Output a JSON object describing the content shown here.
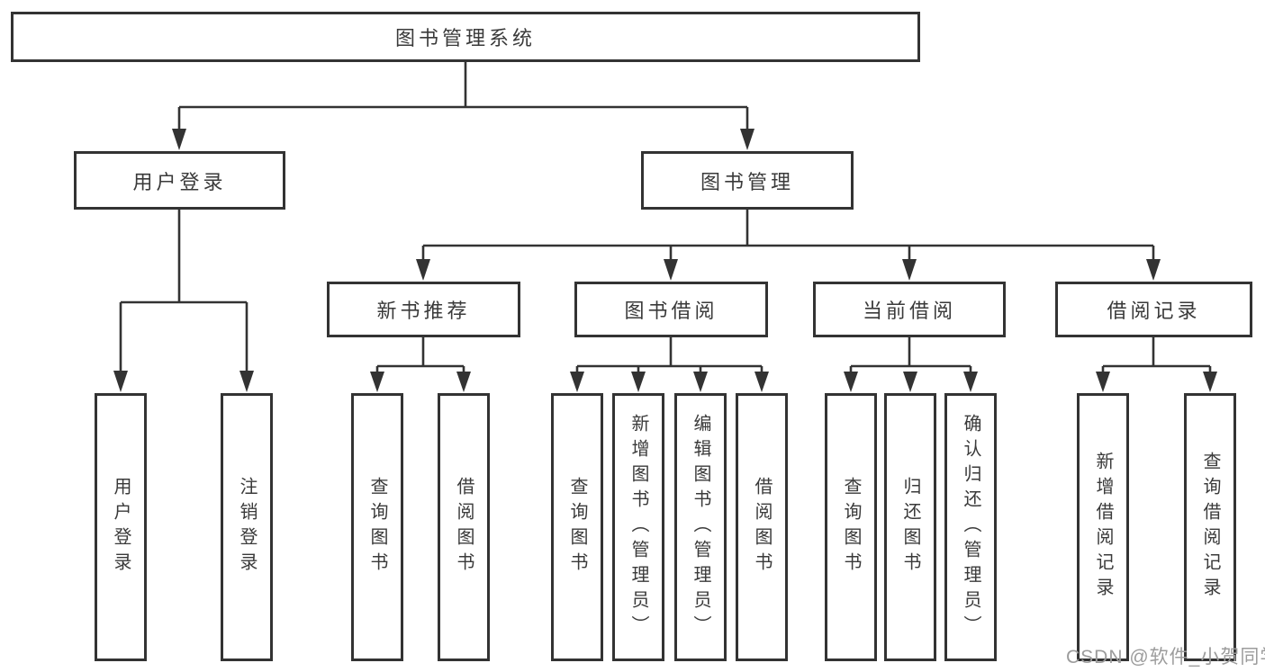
{
  "tree": {
    "root": {
      "label": "图书管理系统"
    },
    "branches": [
      {
        "label": "用户登录",
        "children": [
          {
            "label": "用户登录"
          },
          {
            "label": "注销登录"
          }
        ]
      },
      {
        "label": "图书管理",
        "children": [
          {
            "label": "新书推荐",
            "children": [
              {
                "label": "查询图书"
              },
              {
                "label": "借阅图书"
              }
            ]
          },
          {
            "label": "图书借阅",
            "children": [
              {
                "label": "查询图书"
              },
              {
                "label": "新增图书（管理员）"
              },
              {
                "label": "编辑图书（管理员）"
              },
              {
                "label": "借阅图书"
              }
            ]
          },
          {
            "label": "当前借阅",
            "children": [
              {
                "label": "查询图书"
              },
              {
                "label": "归还图书"
              },
              {
                "label": "确认归还（管理员）"
              }
            ]
          },
          {
            "label": "借阅记录",
            "children": [
              {
                "label": "新增借阅记录"
              },
              {
                "label": "查询借阅记录"
              }
            ]
          }
        ]
      }
    ]
  },
  "watermark": {
    "text": "CSDN @软件_小贺同学"
  },
  "colors": {
    "line": "#333333",
    "text": "#3a3a3a",
    "watermark": "#9c9c9c",
    "background": "#ffffff"
  }
}
